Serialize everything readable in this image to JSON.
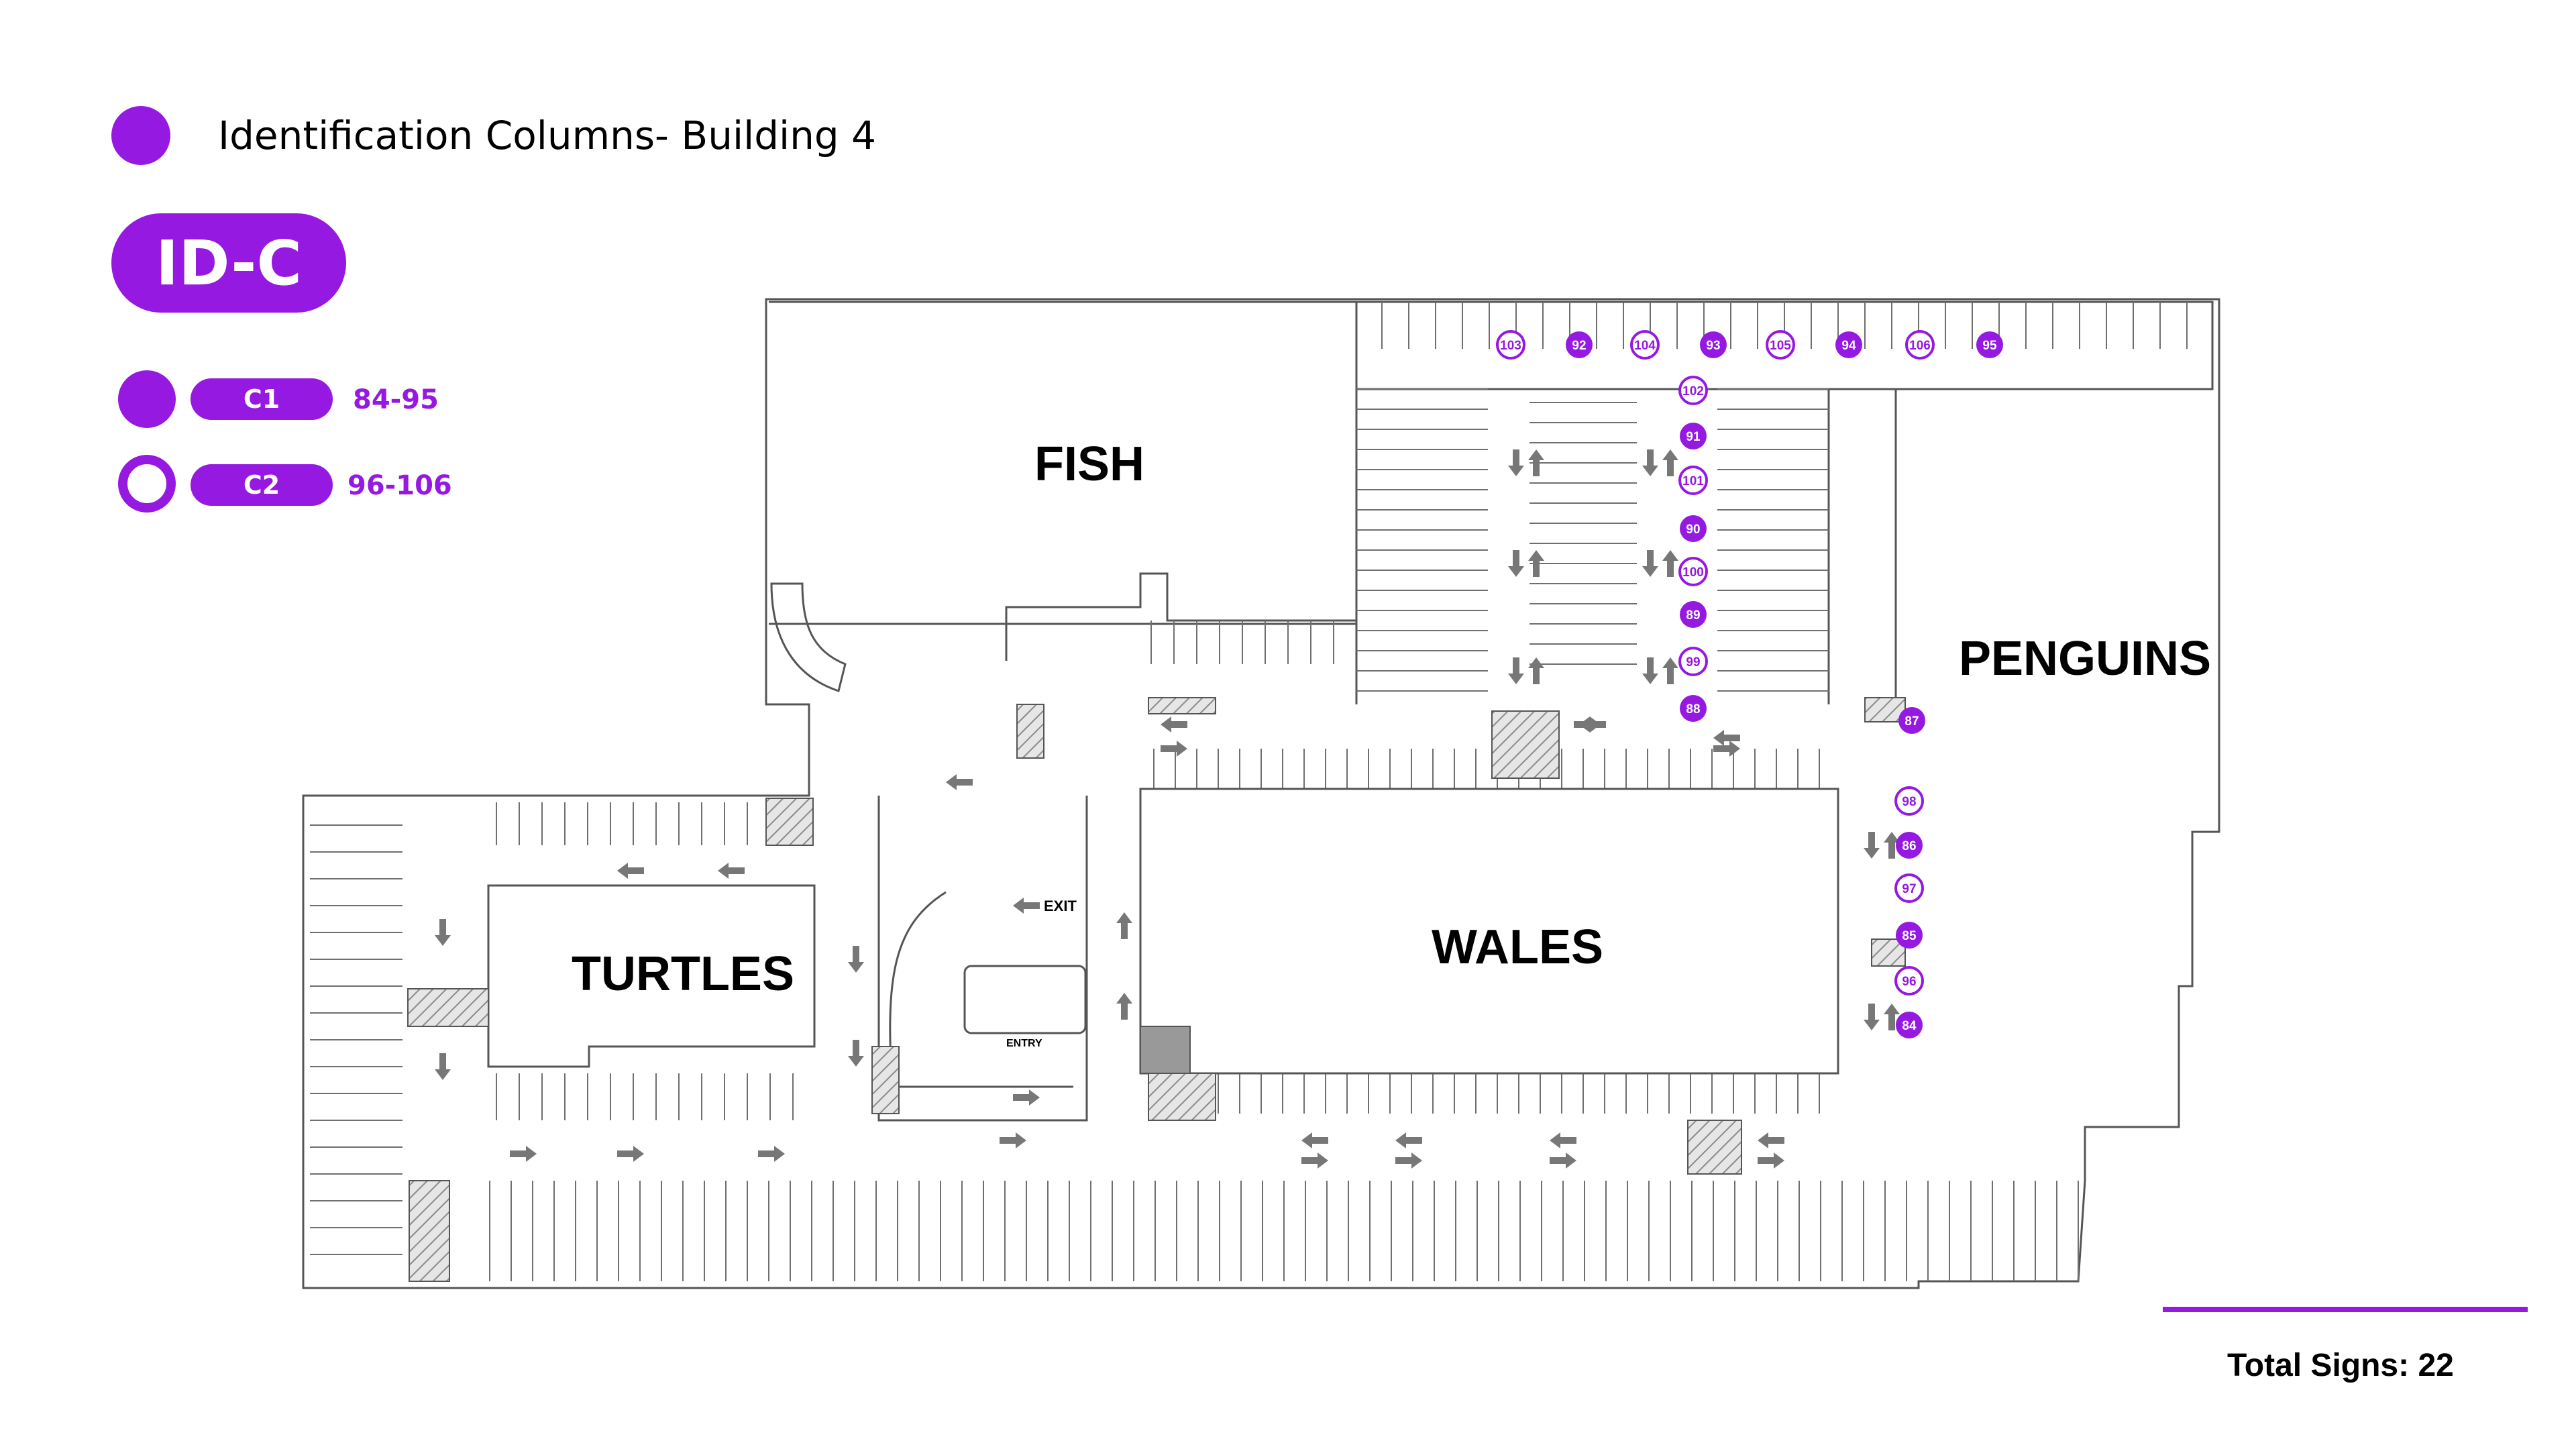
{
  "header": {
    "title": "Identification Columns- Building 4",
    "category": "ID-C"
  },
  "legend": [
    {
      "code": "C1",
      "range": "84-95",
      "style": "filled"
    },
    {
      "code": "C2",
      "range": "96-106",
      "style": "outline"
    }
  ],
  "colors": {
    "accent": "#9519e0",
    "hatch": "#d8d8d8",
    "wall": "#555555"
  },
  "zones": {
    "fish": "FISH",
    "penguins": "PENGUINS",
    "turtles": "TURTLES",
    "wales": "WALES"
  },
  "map_labels": {
    "exit": "EXIT",
    "entry": "ENTRY"
  },
  "markers": [
    {
      "n": "103",
      "type": "C2"
    },
    {
      "n": "92",
      "type": "C1"
    },
    {
      "n": "104",
      "type": "C2"
    },
    {
      "n": "93",
      "type": "C1"
    },
    {
      "n": "105",
      "type": "C2"
    },
    {
      "n": "94",
      "type": "C1"
    },
    {
      "n": "106",
      "type": "C2"
    },
    {
      "n": "95",
      "type": "C1"
    },
    {
      "n": "102",
      "type": "C2"
    },
    {
      "n": "91",
      "type": "C1"
    },
    {
      "n": "101",
      "type": "C2"
    },
    {
      "n": "90",
      "type": "C1"
    },
    {
      "n": "100",
      "type": "C2"
    },
    {
      "n": "89",
      "type": "C1"
    },
    {
      "n": "99",
      "type": "C2"
    },
    {
      "n": "88",
      "type": "C1"
    },
    {
      "n": "87",
      "type": "C1"
    },
    {
      "n": "98",
      "type": "C2"
    },
    {
      "n": "86",
      "type": "C1"
    },
    {
      "n": "97",
      "type": "C2"
    },
    {
      "n": "85",
      "type": "C1"
    },
    {
      "n": "96",
      "type": "C2"
    },
    {
      "n": "84",
      "type": "C1"
    }
  ],
  "footer": {
    "total": "Total Signs: 22"
  }
}
